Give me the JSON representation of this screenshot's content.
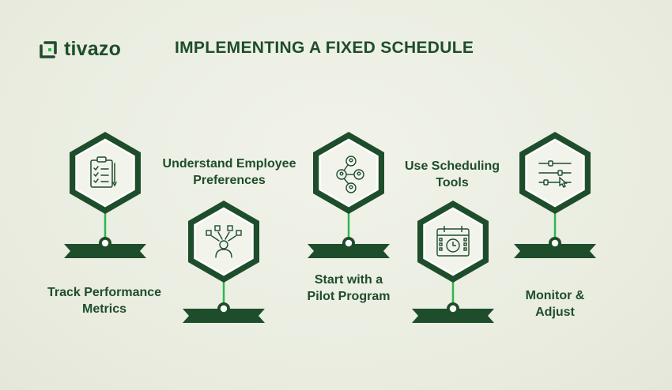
{
  "brand": {
    "name": "tivazo",
    "icon": "tivazo-logo-icon",
    "accent": "#2db84d",
    "dark": "#1e4d2b"
  },
  "title": "IMPLEMENTING A FIXED SCHEDULE",
  "steps": [
    {
      "label_lines": [
        "Track Performance",
        "Metrics"
      ],
      "icon": "clipboard-checklist-icon"
    },
    {
      "label_lines": [
        "Understand Employee",
        "Preferences"
      ],
      "icon": "employee-preferences-icon"
    },
    {
      "label_lines": [
        "Start with a",
        "Pilot Program"
      ],
      "icon": "team-network-icon"
    },
    {
      "label_lines": [
        "Use Scheduling",
        "Tools"
      ],
      "icon": "calendar-clock-icon"
    },
    {
      "label_lines": [
        "Monitor &",
        "Adjust"
      ],
      "icon": "sliders-adjust-icon"
    }
  ]
}
